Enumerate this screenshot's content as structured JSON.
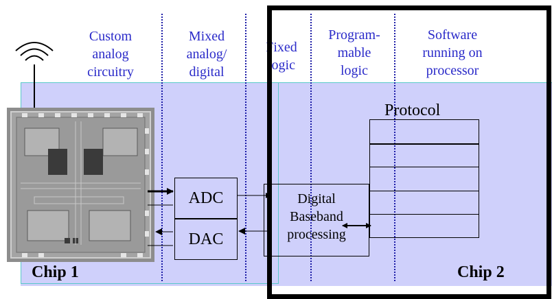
{
  "columns": [
    {
      "label": "Custom\nanalog\ncircuitry"
    },
    {
      "label": "Mixed\nanalog/\ndigital"
    },
    {
      "label": "Fixed\nlogic"
    },
    {
      "label": "Program-\nmable\nlogic"
    },
    {
      "label": "Software\nrunning on\nprocessor"
    }
  ],
  "blocks": {
    "adc": "ADC",
    "dac": "DAC",
    "baseband": "Digital\nBaseband\nprocessing",
    "protocol": "Protocol"
  },
  "chips": {
    "chip1": "Chip 1",
    "chip2": "Chip 2"
  },
  "icons": {
    "antenna": "antenna-icon",
    "die": "chip-die-icon"
  },
  "colors": {
    "column_text": "#2a2ac9",
    "region_fill": "#cfd0fb",
    "region_border": "#58c9c9",
    "separator": "#1a1aa6"
  }
}
